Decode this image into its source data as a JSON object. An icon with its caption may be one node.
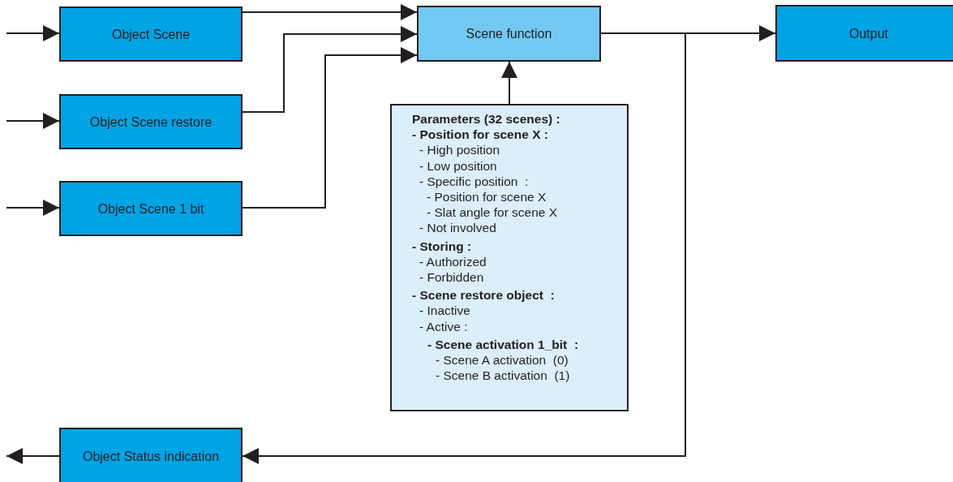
{
  "diagram": {
    "nodes": [
      {
        "text": [
          "Object Scene"
        ]
      },
      {
        "text": [
          "Object Scene restore"
        ]
      },
      {
        "text": [
          "Object Scene 1 bit"
        ]
      },
      {
        "text": [
          "Scene function"
        ]
      },
      {
        "text": [
          "Parameters (32 scenes) :",
          "- Position for scene X :",
          "- High position",
          "- Low position",
          "- Specific position  :",
          "- Position for scene X",
          "- Slat angle for scene X",
          "- Not involved",
          "- Storing :",
          "- Authorized",
          "- Forbidden",
          "- Scene restore object  :",
          "- Inactive",
          "- Active :",
          "- Scene activation 1_bit  :",
          "- Scene A activation  (0)",
          "- Scene B activation  (1)"
        ]
      },
      {
        "text": [
          "Output"
        ]
      },
      {
        "text": [
          "Object Status indication"
        ]
      }
    ],
    "edges": [
      {
        "from": null,
        "to": 0,
        "arrow": "to"
      },
      {
        "from": null,
        "to": 1,
        "arrow": "to"
      },
      {
        "from": null,
        "to": 2,
        "arrow": "to"
      },
      {
        "from": 0,
        "to": 3,
        "arrow": "to"
      },
      {
        "from": 1,
        "to": 3,
        "arrow": "to"
      },
      {
        "from": 2,
        "to": 3,
        "arrow": "to"
      },
      {
        "from": 4,
        "to": 3,
        "arrow": "to"
      },
      {
        "from": 3,
        "to": 5,
        "arrow": "to"
      },
      {
        "from": 3,
        "to": 6,
        "arrow": "to"
      },
      {
        "from": 6,
        "to": null,
        "arrow": "to"
      }
    ]
  }
}
